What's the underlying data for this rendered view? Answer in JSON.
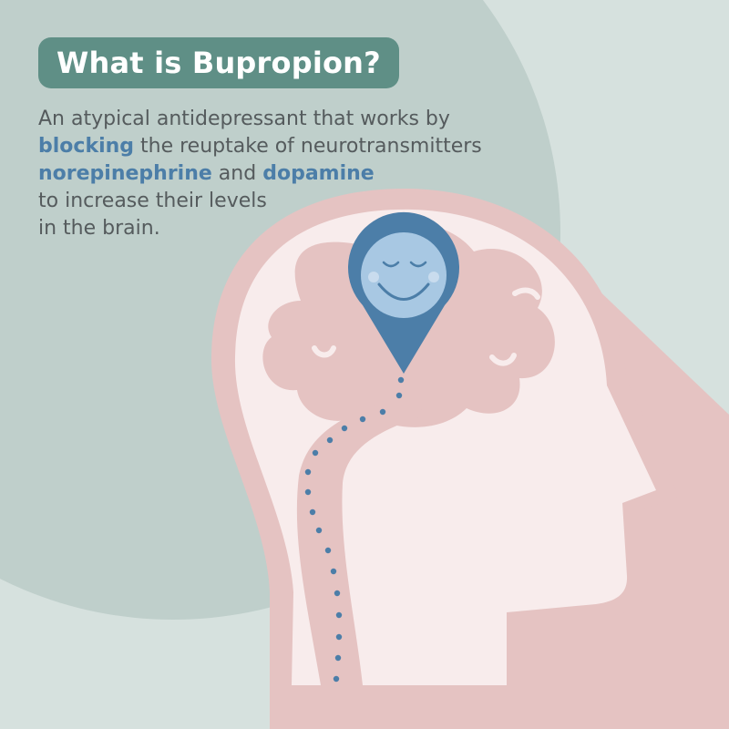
{
  "title": "What is Bupropion?",
  "description": {
    "line1": "An atypical antidepressant that works by",
    "line2_highlight": "blocking",
    "line2_rest": " the reuptake of neurotransmitters",
    "line3_highlight1": "norepinephrine",
    "line3_mid": " and ",
    "line3_highlight2": "dopamine",
    "line4": "to increase their levels",
    "line5": "in the brain."
  },
  "colors": {
    "background": "#d6e1de",
    "circle": "#bfcfcb",
    "title_pill": "#5f8f86",
    "highlight_text": "#4c7ea8",
    "body_text": "#555b5d",
    "head_fill": "#f8ecec",
    "brain_fill": "#e5c3c2",
    "shadow": "#e5c3c2",
    "pin": "#4c7ea8",
    "face": "#a8c8e3"
  },
  "icons": {
    "pin": "location-pin-icon",
    "face": "smiling-face-icon",
    "head": "head-profile-illustration",
    "brain": "brain-illustration"
  }
}
